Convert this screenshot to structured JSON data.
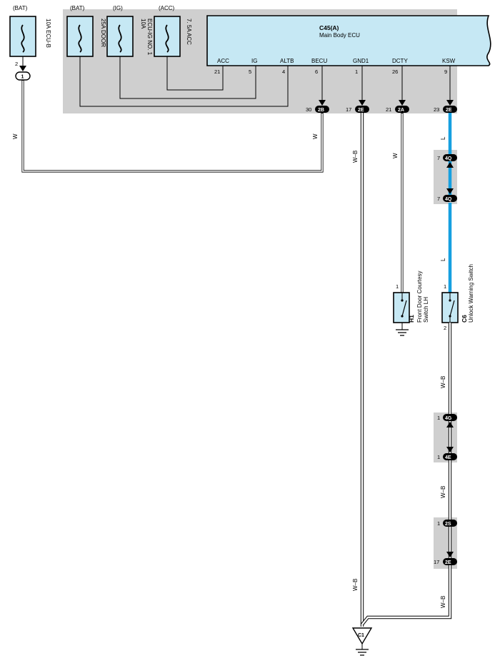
{
  "supplies": {
    "bat1": "(BAT)",
    "bat2": "(BAT)",
    "ig": "(IG)",
    "acc": "(ACC)"
  },
  "fuses": {
    "ecu_b": "10A ECU-B",
    "door": "25A DOOR",
    "ecu_ig_amp": "10A",
    "ecu_ig_name": "ECU-IG NO. 1",
    "acc": "7. 5A ACC"
  },
  "ecu": {
    "code": "C45(A)",
    "name": "Main Body ECU",
    "terminals": [
      {
        "name": "ACC",
        "pin": "21"
      },
      {
        "name": "IG",
        "pin": "5"
      },
      {
        "name": "ALTB",
        "pin": "4"
      },
      {
        "name": "BECU",
        "pin": "6"
      },
      {
        "name": "GND1",
        "pin": "1"
      },
      {
        "name": "DCTY",
        "pin": "26"
      },
      {
        "name": "KSW",
        "pin": "9"
      }
    ]
  },
  "connectors": {
    "j_ecu_b_pin": "2",
    "j_ecu_b_id": "1",
    "becu_pin": "30",
    "becu_id": "2B",
    "gnd1_pin": "17",
    "gnd1_id": "2E",
    "dcty_pin": "21",
    "dcty_id": "2A",
    "ksw_pin": "23",
    "ksw_id": "2E",
    "c4q_a_pin": "7",
    "c4q_a_id": "4Q",
    "c4q_b_pin": "7",
    "c4q_b_id": "4Q",
    "c4g_pin": "1",
    "c4g_id": "4G",
    "c4e_pin": "1",
    "c4e_id": "4E",
    "c2s_pin": "1",
    "c2s_id": "2S",
    "c2e_pin": "17",
    "c2e_id": "2E"
  },
  "wires": {
    "w1": "W",
    "w2": "W",
    "wb1": "W–B",
    "w3": "W",
    "l1": "L",
    "l2": "L",
    "wb2": "W–B",
    "wb3": "W–B",
    "wb4": "W–B",
    "wb5": "W–B"
  },
  "switches": {
    "h1": {
      "code": "H1",
      "line1": "Front Door Courtesy",
      "line2": "Switch LH",
      "pin_top": "1"
    },
    "c6": {
      "code": "C6",
      "name": "Unlock Warning Switch",
      "pin_top": "1",
      "pin_bottom": "2"
    }
  },
  "ground": {
    "id": "C1"
  }
}
